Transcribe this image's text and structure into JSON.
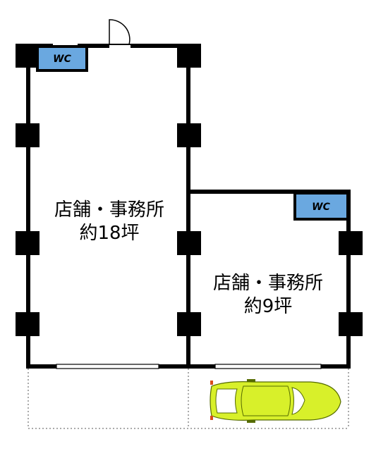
{
  "rooms": [
    {
      "name": "店舗・事務所",
      "area": "約18坪"
    },
    {
      "name": "店舗・事務所",
      "area": "約9坪"
    }
  ],
  "wc": [
    {
      "label": "WC"
    },
    {
      "label": "WC"
    }
  ],
  "colors": {
    "wall": "#000000",
    "wc_fill": "#6aa8e0",
    "car_body": "#d8f02a",
    "car_glass": "#ffffff",
    "dashed": "#555555"
  },
  "icons": [
    "door-swing-icon",
    "car-icon"
  ]
}
